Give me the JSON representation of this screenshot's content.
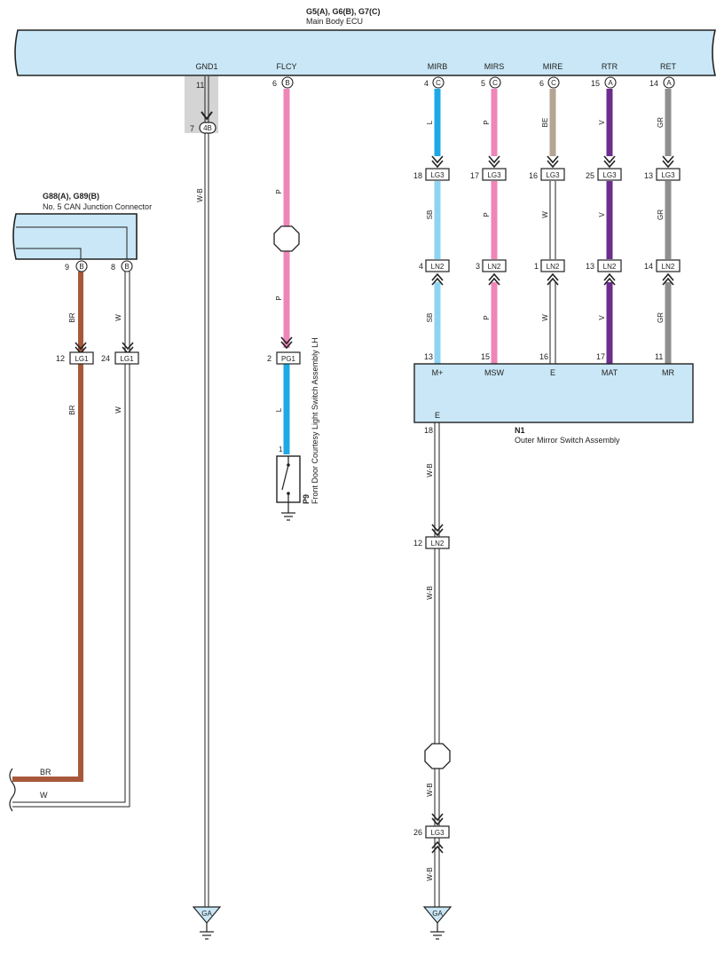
{
  "main_ecu": {
    "title": "G5(A), G6(B), G7(C)",
    "name": "Main Body ECU",
    "terminals": [
      {
        "label": "GND1",
        "pin": "11",
        "connector": ""
      },
      {
        "label": "FLCY",
        "pin": "6",
        "connector": "B"
      },
      {
        "label": "MIRB",
        "pin": "4",
        "connector": "C"
      },
      {
        "label": "MIRS",
        "pin": "5",
        "connector": "C"
      },
      {
        "label": "MIRE",
        "pin": "6",
        "connector": "C"
      },
      {
        "label": "RTR",
        "pin": "15",
        "connector": "A"
      },
      {
        "label": "RET",
        "pin": "14",
        "connector": "A"
      }
    ]
  },
  "can_junction": {
    "title": "G88(A), G89(B)",
    "name": "No. 5 CAN Junction Connector",
    "pins": [
      {
        "pin": "9",
        "connector": "B"
      },
      {
        "pin": "8",
        "connector": "B"
      }
    ]
  },
  "mirror_switch": {
    "title": "N1",
    "name": "Outer Mirror Switch Assembly",
    "terminals": [
      {
        "label": "M+",
        "pin": "13"
      },
      {
        "label": "MSW",
        "pin": "15"
      },
      {
        "label": "E",
        "pin": "16"
      },
      {
        "label": "MAT",
        "pin": "17"
      },
      {
        "label": "MR",
        "pin": "11"
      }
    ],
    "ground_terminal": {
      "label": "E",
      "pin": "18"
    }
  },
  "courtesy_switch": {
    "title": "P9",
    "name": "Front Door Courtesy Light Switch Assembly LH",
    "pin": "1"
  },
  "gnd_connector": {
    "pin": "7",
    "connector": "4B"
  },
  "wires": {
    "gnd1": "W-B",
    "flcy_top": "P",
    "flcy_mid": "P",
    "flcy_bottom": "L",
    "mirb": [
      "L",
      "SB",
      "SB"
    ],
    "mirs": [
      "P",
      "P",
      "P"
    ],
    "mire": [
      "BE",
      "W",
      "W"
    ],
    "rtr": [
      "V",
      "V",
      "V"
    ],
    "ret": [
      "GR",
      "GR",
      "GR"
    ],
    "can_left": [
      "BR",
      "BR"
    ],
    "can_right": [
      "W",
      "W"
    ],
    "mirror_ground": [
      "W-B",
      "W-B",
      "W-B"
    ],
    "off_page": [
      "BR",
      "W"
    ]
  },
  "connectors": {
    "lg3": [
      {
        "pin": "18",
        "code": "LG3"
      },
      {
        "pin": "17",
        "code": "LG3"
      },
      {
        "pin": "16",
        "code": "LG3"
      },
      {
        "pin": "25",
        "code": "LG3"
      },
      {
        "pin": "13",
        "code": "LG3"
      }
    ],
    "ln2": [
      {
        "pin": "4",
        "code": "LN2"
      },
      {
        "pin": "3",
        "code": "LN2"
      },
      {
        "pin": "1",
        "code": "LN2"
      },
      {
        "pin": "13",
        "code": "LN2"
      },
      {
        "pin": "14",
        "code": "LN2"
      }
    ],
    "lg1": [
      {
        "pin": "12",
        "code": "LG1"
      },
      {
        "pin": "24",
        "code": "LG1"
      }
    ],
    "pg1": {
      "pin": "2",
      "code": "PG1"
    },
    "ln2_ground": {
      "pin": "12",
      "code": "LN2"
    },
    "lg3_ground": {
      "pin": "26",
      "code": "LG3"
    }
  },
  "grounds": [
    {
      "code": "GA"
    },
    {
      "code": "GA"
    }
  ],
  "colors": {
    "ecu_fill": "#c9e7f6",
    "gnd_highlight": "#d4d4d4",
    "L": "#1ea8e6",
    "SB": "#8dd4f2",
    "P": "#ef85b8",
    "BE": "#b3a493",
    "V": "#6e2d8e",
    "GR": "#8f8f8f",
    "BR": "#a8583a",
    "W": "#ffffff"
  }
}
